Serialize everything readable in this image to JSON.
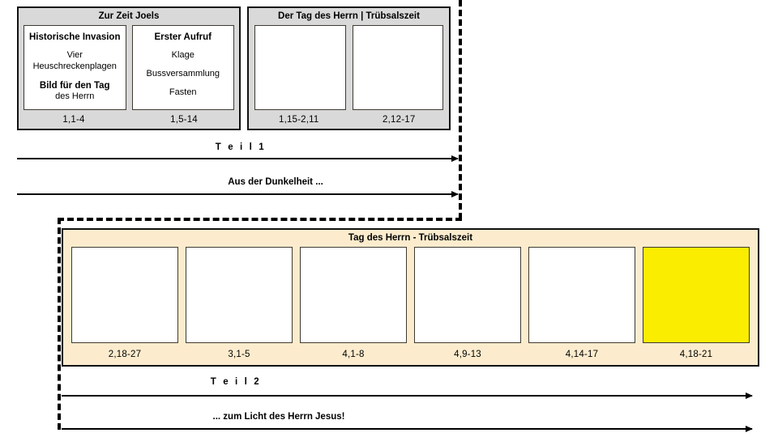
{
  "diagram": {
    "title_hidden": "Joel – Gliederung",
    "top_left_panel": {
      "header": "Zur Zeit Joels",
      "cards": [
        {
          "lines": [
            {
              "text": "Historische Invasion",
              "bold": true
            },
            {
              "text": "Vier Heuschreckenplagen",
              "bold": false
            },
            {
              "text": "Bild für den Tag",
              "bold": true
            },
            {
              "text": "des Herrn",
              "bold": false
            }
          ],
          "reference": "1,1-4"
        },
        {
          "lines": [
            {
              "text": "Erster Aufruf",
              "bold": true
            },
            {
              "text": "Klage",
              "bold": false
            },
            {
              "text": "Bussversammlung",
              "bold": false
            },
            {
              "text": "Fasten",
              "bold": false
            }
          ],
          "reference": "1,5-14"
        }
      ],
      "references": [
        "1,1-4",
        "1,5-14"
      ]
    },
    "top_right_panel": {
      "header": "Der Tag des Herrn  |  Trübsalszeit",
      "cards": [
        {
          "lines": [],
          "reference": "1,15-2,11"
        },
        {
          "lines": [],
          "reference": "2,12-17"
        }
      ],
      "references": [
        "1,15-2,11",
        "2,12-17"
      ]
    },
    "bottom_panel": {
      "header": "Tag des Herrn - Trübsalszeit",
      "cards": [
        {
          "reference": "2,18-27",
          "highlighted": false
        },
        {
          "reference": "3,1-5",
          "highlighted": false
        },
        {
          "reference": "4,1-8",
          "highlighted": false
        },
        {
          "reference": "4,9-13",
          "highlighted": false
        },
        {
          "reference": "4,14-17",
          "highlighted": false
        },
        {
          "reference": "4,18-21",
          "highlighted": true
        }
      ],
      "references": [
        "2,18-27",
        "3,1-5",
        "4,1-8",
        "4,9-13",
        "4,14-17",
        "4,18-21"
      ]
    },
    "arrows": [
      {
        "label": "T e i l  1",
        "spaced": true
      },
      {
        "label": "Aus der Dunkelheit ...",
        "spaced": false
      },
      {
        "label": "T e i l  2",
        "spaced": true
      },
      {
        "label": "... zum Licht des Herrn Jesus!",
        "spaced": false
      }
    ],
    "colors": {
      "panel_header_gray": "#d9d9d9",
      "panel_cream": "#fceccd",
      "highlight_yellow": "#fbed00",
      "card_border": "#3d3a32",
      "outline": "#111111",
      "ink": "#000000"
    }
  }
}
